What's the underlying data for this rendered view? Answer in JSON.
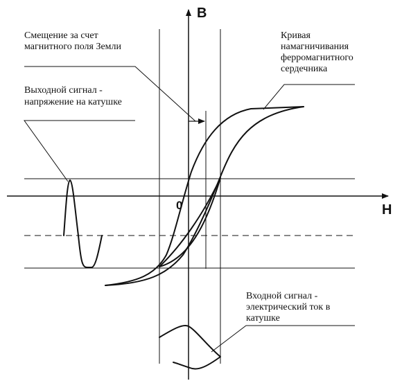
{
  "axes": {
    "y_label": "B",
    "x_label": "H",
    "origin_label": "0"
  },
  "annotations": {
    "earth_offset": [
      "Смещение за счет",
      "магнитного поля Земли"
    ],
    "curve": [
      "Кривая",
      "намагничивания",
      "ферромагнитного",
      "сердечника"
    ],
    "output_signal": [
      "Выходной сигнал -",
      "напряжение на катушке"
    ],
    "input_signal": [
      "Входной сигнал -",
      "электрический ток в",
      "катушке"
    ]
  },
  "colors": {
    "ink": "#111111",
    "background": "#ffffff"
  }
}
